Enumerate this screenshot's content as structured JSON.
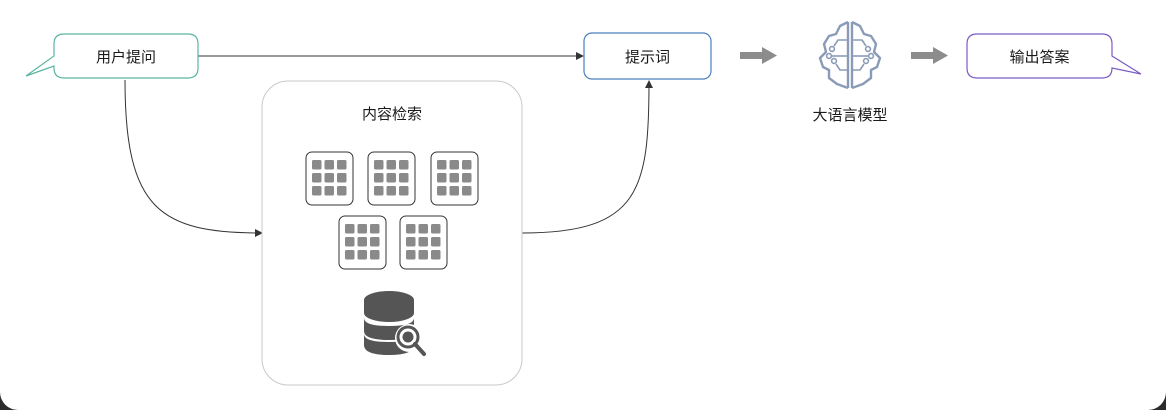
{
  "nodes": {
    "user_question": "用户提问",
    "prompt": "提示词",
    "output_answer": "输出答案",
    "content_retrieval": "内容检索",
    "llm": "大语言模型"
  },
  "icons": {
    "document_tiles": "document-grid-icon",
    "database_search": "database-search-icon",
    "brain": "brain-circuit-icon",
    "arrow": "right-arrow-icon"
  },
  "colors": {
    "user_question_border": "#5bb5a2",
    "prompt_border": "#4a7fc1",
    "output_border": "#7b5bc4",
    "container_border": "#c9c9c9",
    "brain": "#8a9bb8",
    "arrow_gray": "#8c8c8c",
    "connector": "#333333"
  }
}
